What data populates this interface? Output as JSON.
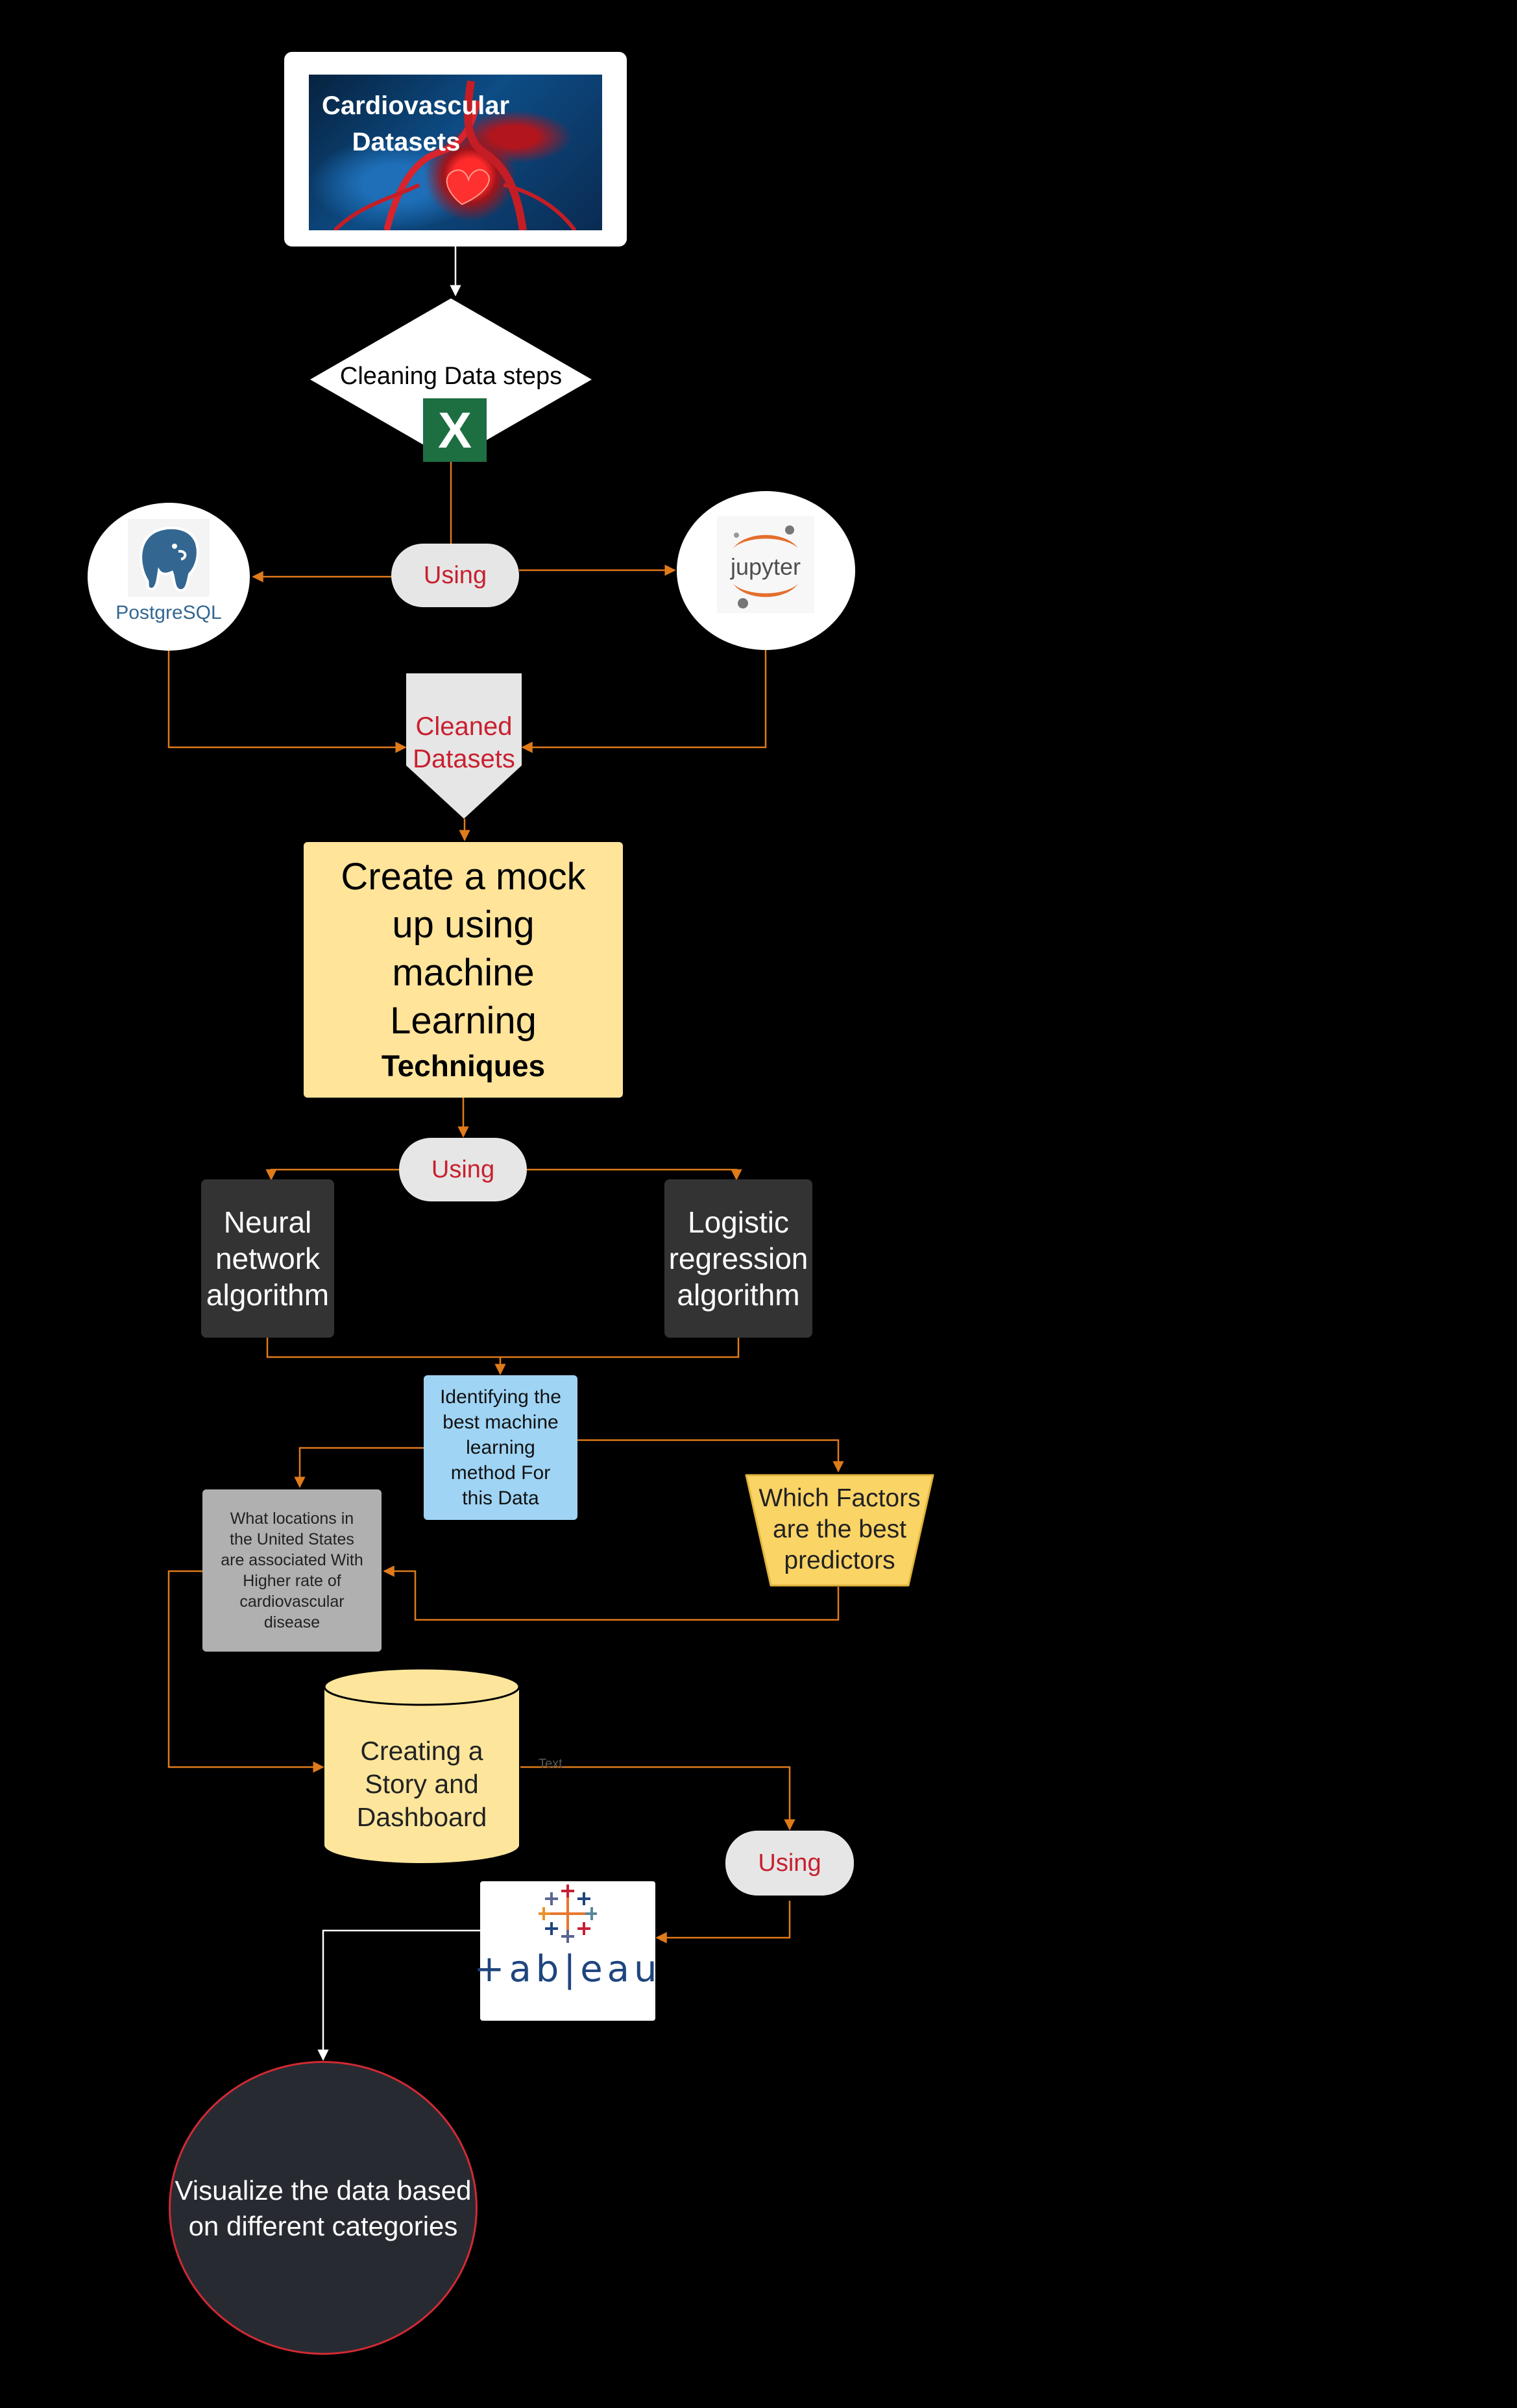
{
  "nodes": {
    "datasets": {
      "title": "Cardiovascular\nDatasets"
    },
    "cleaning": {
      "label": "Cleaning Data steps",
      "excel_icon": "X"
    },
    "using1": {
      "label": "Using"
    },
    "postgres": {
      "label": "PostgreSQL"
    },
    "jupyter": {
      "label": "jupyter"
    },
    "cleaned": {
      "label": "Cleaned\nDatasets"
    },
    "mockup": {
      "label": "Create a mock\nup using\nmachine\nLearning",
      "bold": "Techniques"
    },
    "using2": {
      "label": "Using"
    },
    "neural": {
      "label": "Neural\nnetwork\nalgorithm"
    },
    "logistic": {
      "label": "Logistic\nregression\nalgorithm"
    },
    "identify": {
      "label": "Identifying the\nbest machine\nlearning\nmethod  For\nthis Data"
    },
    "locations": {
      "label": "What locations in\nthe United States\nare associated With\nHigher rate of\ncardiovascular\ndisease"
    },
    "factors": {
      "label": "Which Factors\nare the best\npredictors"
    },
    "story": {
      "label": "Creating a\nStory and\nDashboard"
    },
    "edge_text": {
      "label": "Text"
    },
    "using3": {
      "label": "Using"
    },
    "tableau": {
      "label": "+ab|eau"
    },
    "visualize": {
      "label": "Visualize the data based\non different categories"
    }
  },
  "colors": {
    "background": "#000000",
    "connector": "#e07b1a",
    "connector_white": "#ffffff",
    "pill_bg": "#e6e6e6",
    "pill_text": "#c8202f",
    "mockup_bg": "#ffe49a",
    "identify_bg": "#9fd4f4",
    "factors_bg": "#fbd466",
    "locations_bg": "#b0b0b0",
    "story_bg": "#fde69c",
    "visualize_bg": "#282a32",
    "visualize_border": "#d02a33",
    "excel_green": "#1d6f42"
  },
  "icons": [
    "heart-image",
    "excel-icon",
    "postgresql-elephant-icon",
    "jupyter-icon",
    "tableau-logo-icon"
  ]
}
